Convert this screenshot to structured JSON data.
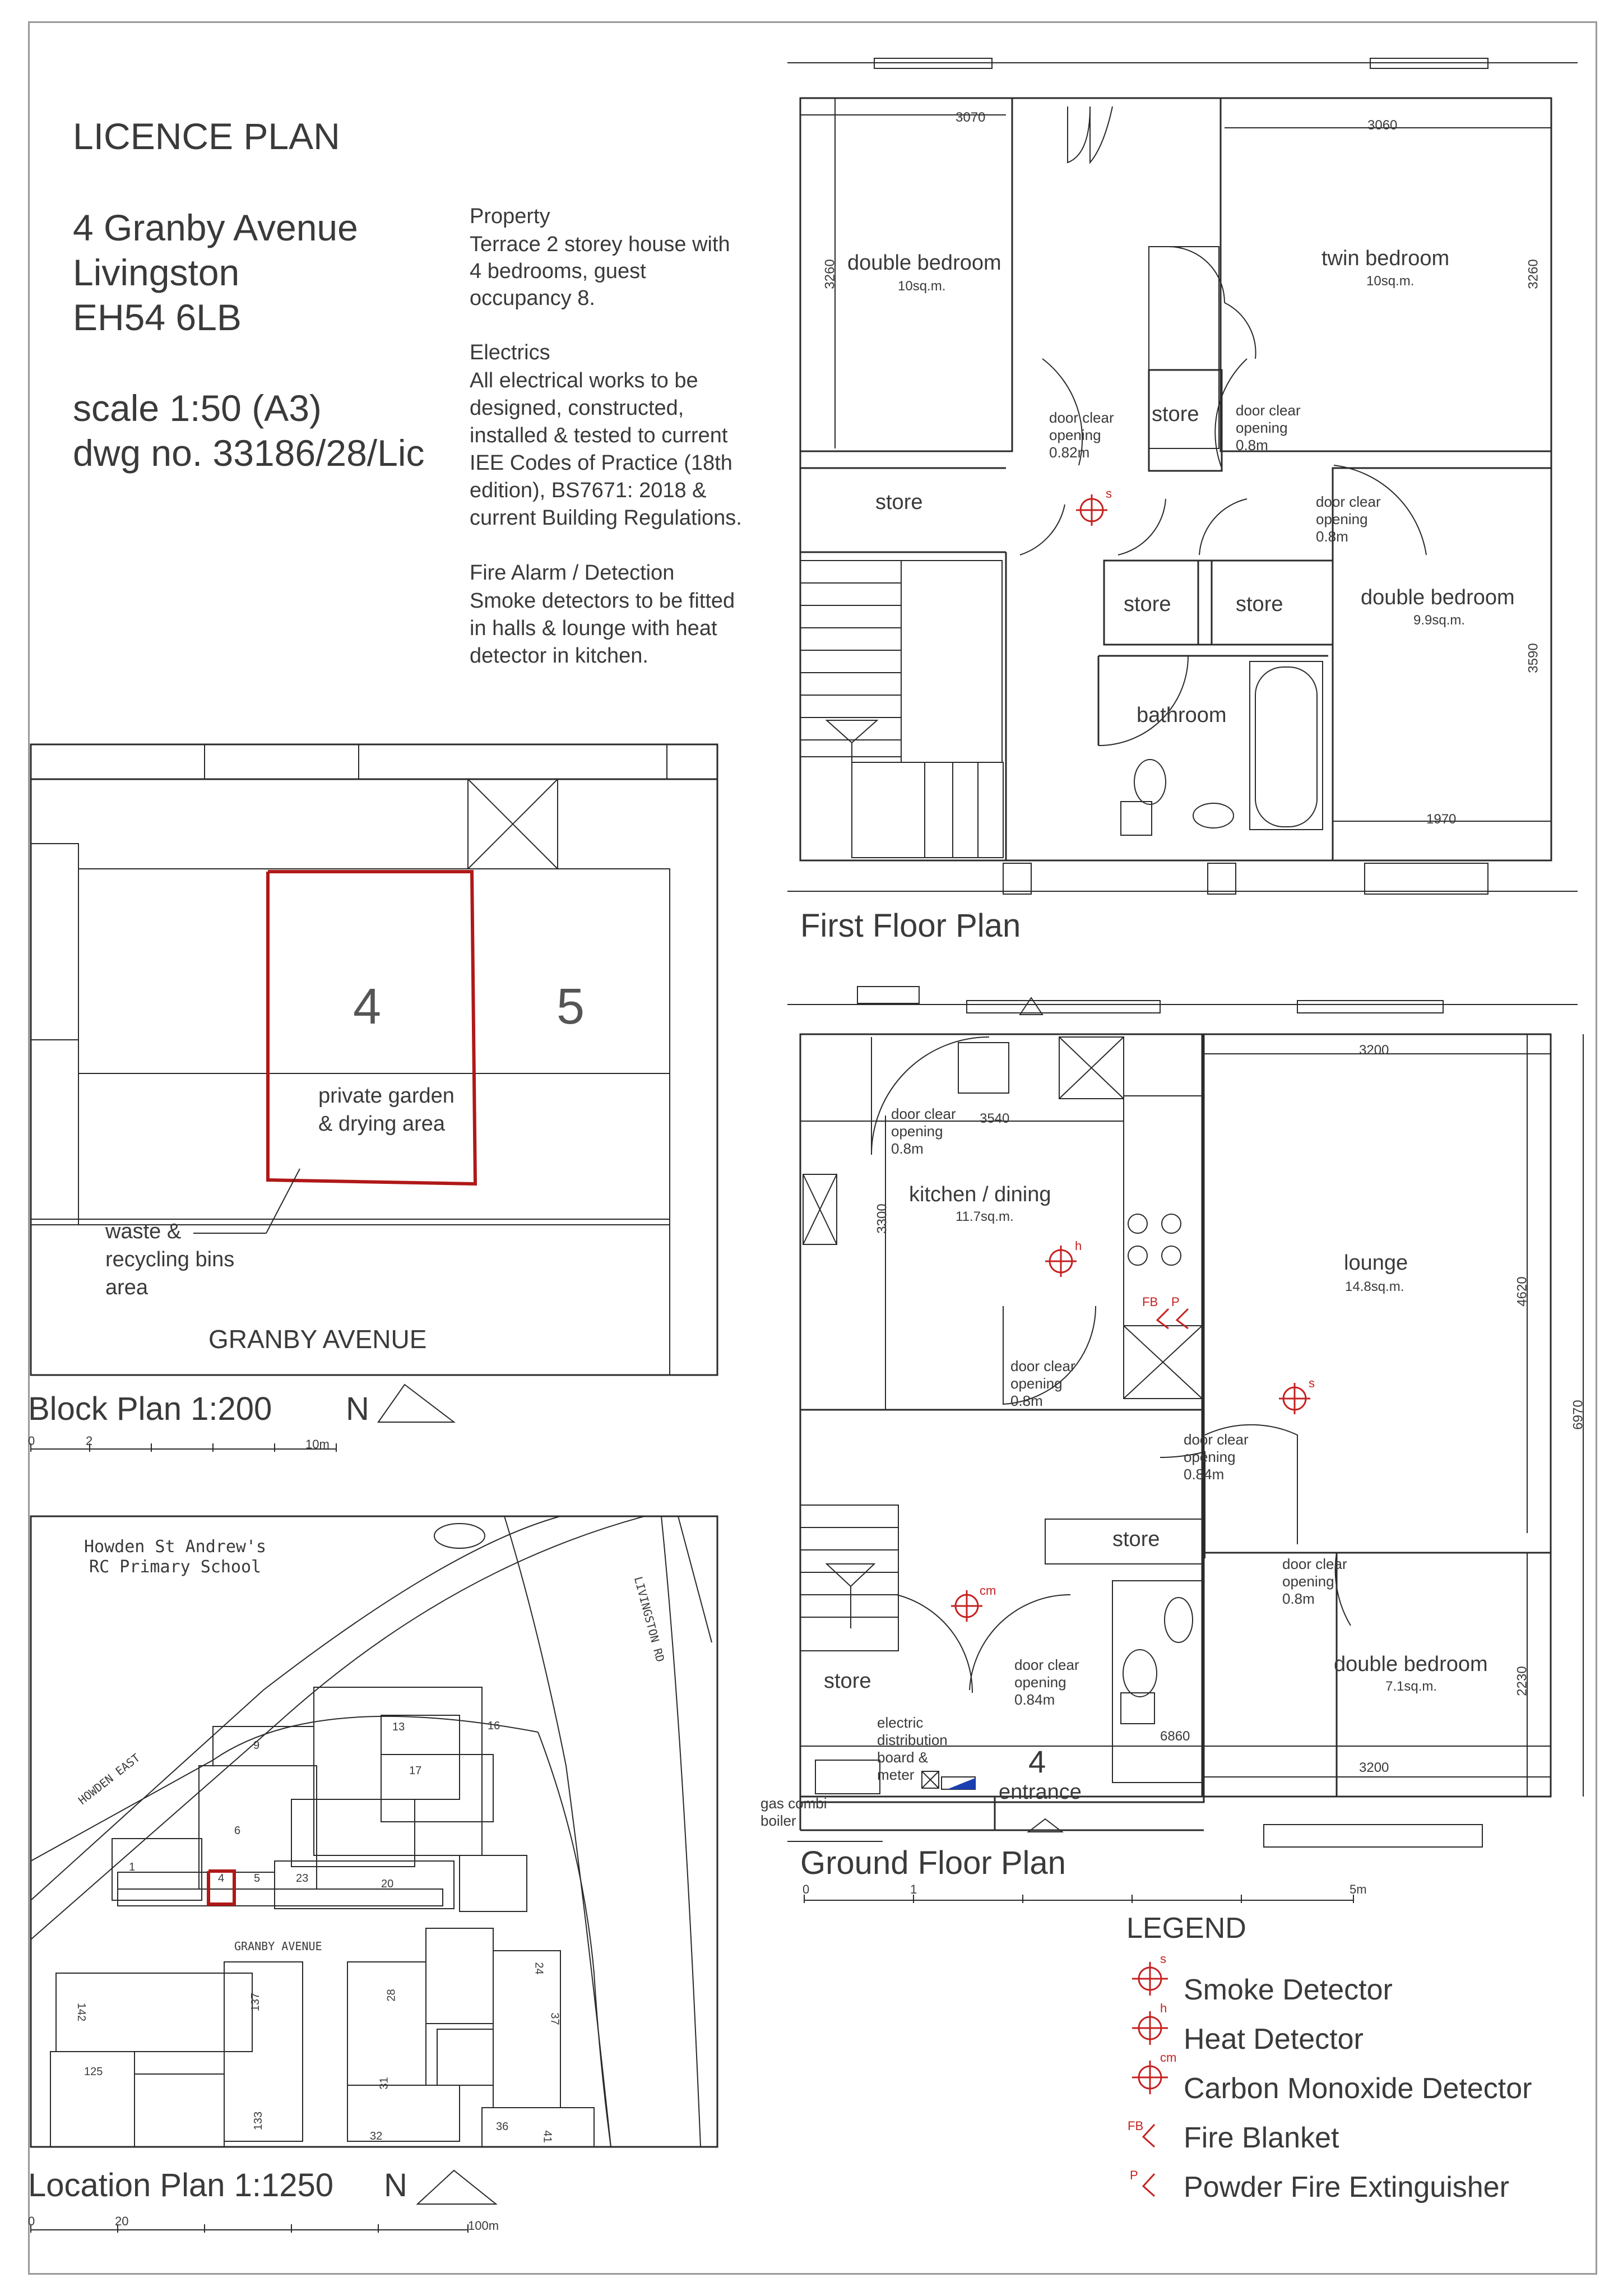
{
  "title_block": {
    "title": "LICENCE PLAN",
    "address_line1": "4 Granby Avenue",
    "address_line2": "Livingston",
    "address_line3": "EH54 6LB",
    "scale": "scale 1:50 (A3)",
    "dwg_no": "dwg no. 33186/28/Lic"
  },
  "notes": {
    "property_heading": "Property",
    "property_text": "Terrace 2 storey house with\n4 bedrooms, guest\noccupancy 8.",
    "electrics_heading": "Electrics",
    "electrics_text": "All electrical works to be\ndesigned, constructed,\ninstalled & tested to current\nIEE Codes of Practice (18th\nedition), BS7671: 2018 &\ncurrent Building Regulations.",
    "fire_heading": "Fire Alarm / Detection",
    "fire_text": "Smoke detectors to be fitted\nin halls & lounge with heat\ndetector in kitchen."
  },
  "block_plan": {
    "caption": "Block Plan 1:200",
    "north": "N",
    "house_4": "4",
    "house_5": "5",
    "garden": "private garden\n& drying area",
    "bins": "waste &\nrecycling bins\narea",
    "street": "GRANBY AVENUE",
    "scale_0": "0",
    "scale_2": "2",
    "scale_10": "10m"
  },
  "location_plan": {
    "caption": "Location Plan 1:1250",
    "north": "N",
    "school": "Howden St Andrew's\nRC Primary School",
    "road_livingston": "LIVINGSTON RD",
    "road_howden": "HOWDEN EAST",
    "street": "GRANBY AVENUE",
    "numbers": [
      "9",
      "13",
      "16",
      "17",
      "6",
      "1",
      "4",
      "5",
      "23",
      "20",
      "142",
      "137",
      "28",
      "24",
      "37",
      "125",
      "31",
      "133",
      "32",
      "36",
      "41"
    ],
    "scale_0": "0",
    "scale_20": "20",
    "scale_100": "100m"
  },
  "first_floor": {
    "caption": "First Floor Plan",
    "dims": {
      "d3070": "3070",
      "d3060": "3060",
      "d3260a": "3260",
      "d3260b": "3260",
      "d3590": "3590",
      "d1970": "1970"
    },
    "rooms": {
      "double_bedroom_1": "double bedroom",
      "double_bedroom_1_area": "10sq.m.",
      "twin_bedroom": "twin bedroom",
      "twin_bedroom_area": "10sq.m.",
      "store_a": "store",
      "store_b": "store",
      "store_c": "store",
      "store_d": "store",
      "double_bedroom_2": "double bedroom",
      "double_bedroom_2_area": "9.9sq.m.",
      "bathroom": "bathroom"
    },
    "door_notes": {
      "d1": "door clear\nopening\n0.82m",
      "d2": "door clear\nopening\n0.8m",
      "d3": "door clear\nopening\n0.8m"
    },
    "smoke_tag": "s"
  },
  "ground_floor": {
    "caption": "Ground Floor Plan",
    "dims": {
      "d3200a": "3200",
      "d3540": "3540",
      "d3300": "3300",
      "d4620": "4620",
      "d6970": "6970",
      "d2230": "2230",
      "d6860": "6860",
      "d3200b": "3200"
    },
    "rooms": {
      "kitchen": "kitchen / dining",
      "kitchen_area": "11.7sq.m.",
      "lounge": "lounge",
      "lounge_area": "14.8sq.m.",
      "store_a": "store",
      "store_b": "store",
      "double_bedroom": "double bedroom",
      "double_bedroom_area": "7.1sq.m.",
      "entrance_no": "4",
      "entrance": "entrance"
    },
    "door_notes": {
      "d1": "door clear\nopening\n0.8m",
      "d2": "door clear\nopening\n0.8m",
      "d3": "door clear\nopening\n0.84m",
      "d4": "door clear\nopening\n0.8m",
      "d5": "door clear\nopening\n0.84m"
    },
    "electric": "electric\ndistribution\nboard &\nmeter",
    "boiler": "gas combi\nboiler",
    "tag_h": "h",
    "tag_s": "s",
    "tag_cm": "cm",
    "tag_fb": "FB",
    "tag_p": "P",
    "scale_0": "0",
    "scale_1": "1",
    "scale_5": "5m"
  },
  "legend": {
    "heading": "LEGEND",
    "smoke": "Smoke Detector",
    "heat": "Heat Detector",
    "co": "Carbon Monoxide Detector",
    "blanket": "Fire Blanket",
    "powder": "Powder Fire Extinguisher",
    "tag_s": "s",
    "tag_h": "h",
    "tag_cm": "cm",
    "tag_fb": "FB",
    "tag_p": "P"
  },
  "colors": {
    "line": "#2a2a2a",
    "detector": "#c62020",
    "boundary": "#b01818"
  }
}
